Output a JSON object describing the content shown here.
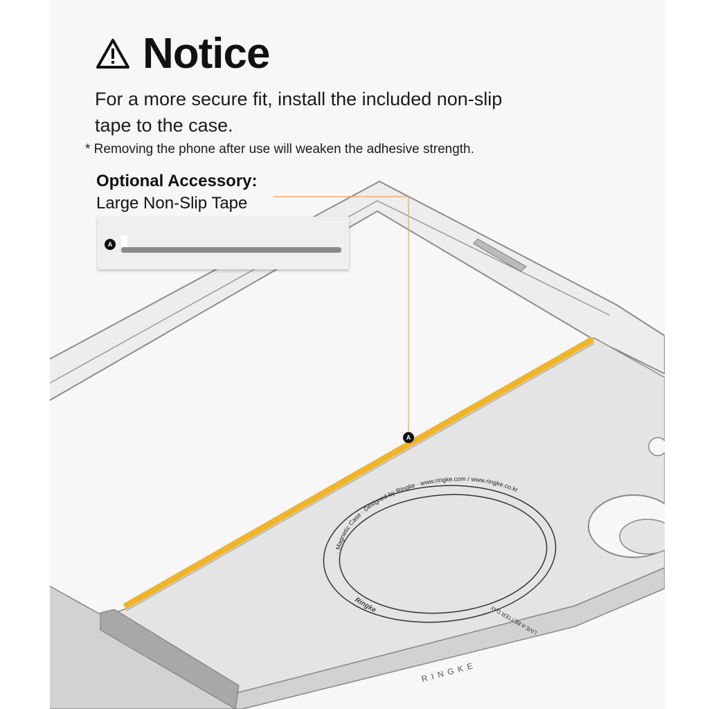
{
  "notice": {
    "icon": "warning-triangle-icon",
    "title": "Notice",
    "lead": "For a more secure fit, install the included non-slip tape to the case.",
    "footnote": "* Removing the phone after use will weaken the adhesive strength."
  },
  "accessory": {
    "heading": "Optional Accessory:",
    "name": "Large Non-Slip Tape",
    "marker": "A"
  },
  "illustration": {
    "marker": "A",
    "ring_text": [
      "Magnetic Case",
      "Designed by Ringke",
      "www.ringke.com / www.ringke.co.kr",
      "LIVE A BETTER DAY"
    ],
    "ring_logo": "Ringke",
    "edge_logo": "RINGKE",
    "colors": {
      "tape": "#f0b429",
      "leader_line": "#f0a060",
      "case": "#e4e4e4",
      "frame": "#9c9c9c"
    }
  }
}
